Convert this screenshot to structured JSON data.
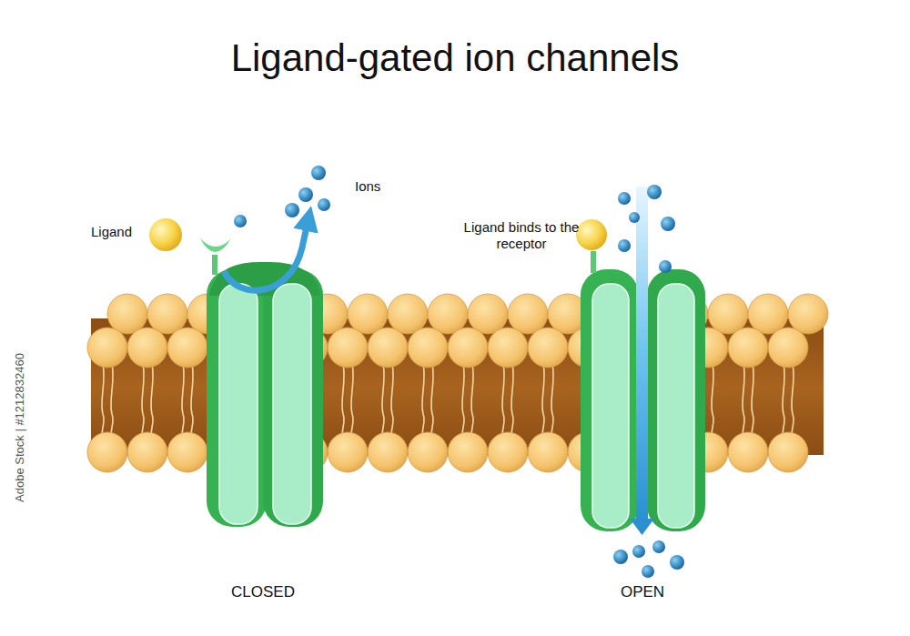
{
  "diagram": {
    "title": "Ligand-gated ion channels",
    "labels": [
      "Ligand",
      "Ions",
      "Ligand binds to the receptor",
      "CLOSED",
      "OPEN",
      "Adobe Stock | #1212832460"
    ]
  }
}
